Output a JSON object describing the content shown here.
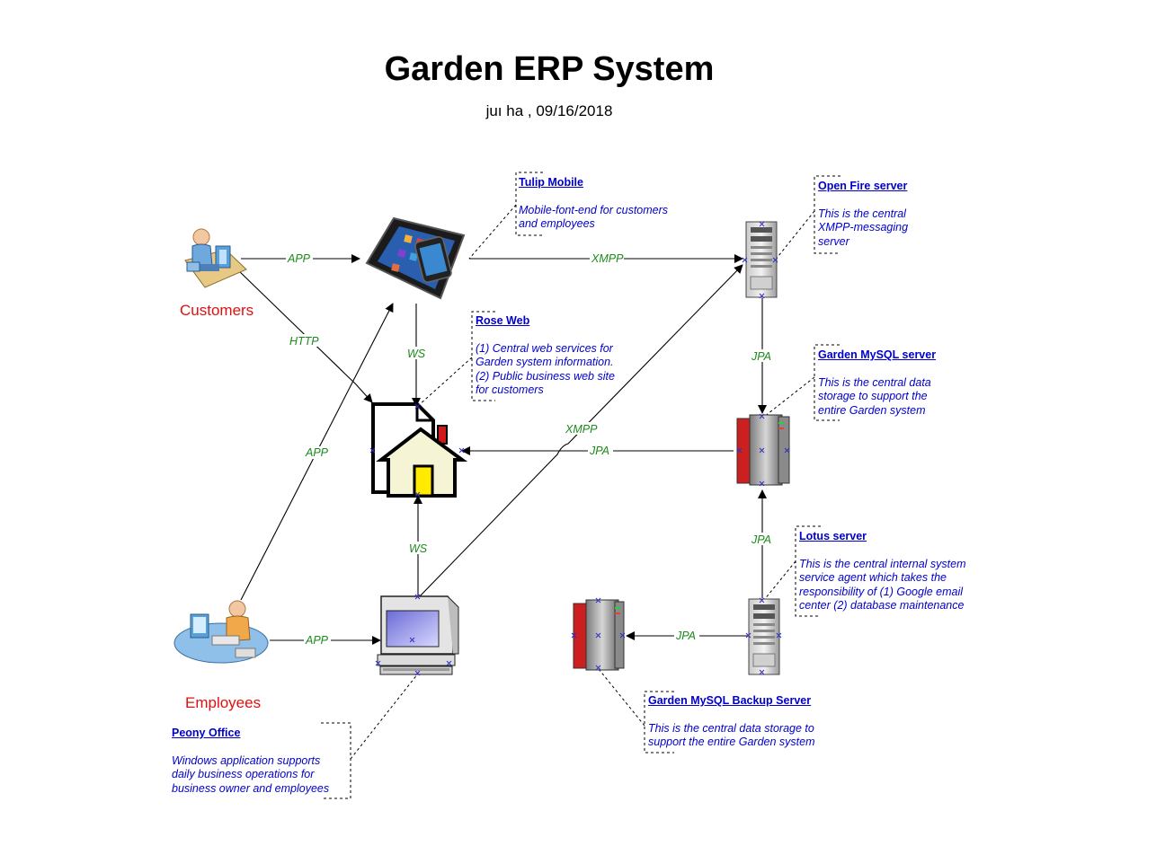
{
  "title": "Garden ERP System",
  "subtitle": "  juı   ha   , 09/16/2018",
  "actors": {
    "customers": "Customers",
    "employees": "Employees"
  },
  "notes": {
    "tulip": {
      "head": "Tulip Mobile",
      "lines": [
        "Mobile-font-end for customers",
        "and employees"
      ]
    },
    "openfire": {
      "head": "Open Fire server",
      "lines": [
        "This is the central",
        "XMPP-messaging",
        "server"
      ]
    },
    "rose": {
      "head": "Rose Web",
      "lines": [
        "(1) Central web services for",
        "Garden system information.",
        "(2) Public business web site",
        "for customers"
      ]
    },
    "mysql": {
      "head": "Garden MySQL server",
      "lines": [
        "This is the central data",
        "storage to support the",
        "entire Garden system"
      ]
    },
    "lotus": {
      "head": "Lotus server",
      "lines": [
        "This is the central internal system",
        "service agent which takes the",
        "responsibility of (1) Google email",
        "center (2) database maintenance"
      ]
    },
    "backup": {
      "head": "Garden MySQL Backup Server",
      "lines": [
        "This is the central data storage to",
        "support the entire Garden system"
      ]
    },
    "peony": {
      "head": "Peony Office",
      "lines": [
        "Windows application supports",
        "daily business operations for",
        "business owner and employees"
      ]
    }
  },
  "edges": {
    "customers_tablet": "APP",
    "customers_web": "HTTP",
    "tablet_openfire": "XMPP",
    "tablet_web": "WS",
    "employees_tablet": "APP",
    "pc_openfire": "XMPP",
    "mysql_web": "JPA",
    "openfire_mysql": "JPA",
    "pc_web": "WS",
    "employees_pc": "APP",
    "lotus_mysql": "JPA",
    "lotus_backup": "JPA"
  },
  "colors": {
    "note_text": "#0000cc",
    "edge_label": "#1a8a1a",
    "actor_label": "#e01010",
    "server_red": "#cc1f1f"
  }
}
